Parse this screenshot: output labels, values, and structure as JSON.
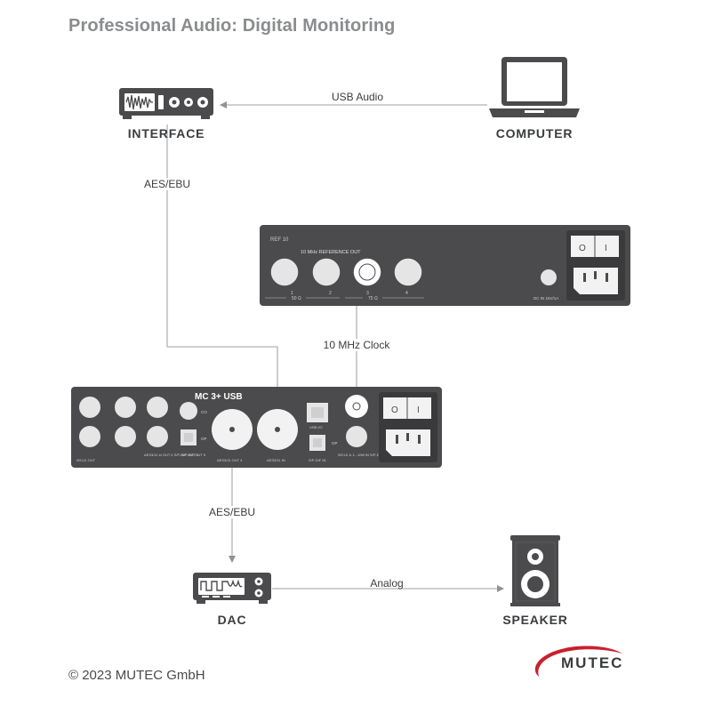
{
  "title": "Professional Audio: Digital Monitoring",
  "devices": {
    "interface": "INTERFACE",
    "computer": "COMPUTER",
    "dac": "DAC",
    "speaker": "SPEAKER"
  },
  "connections": {
    "usb_audio": "USB Audio",
    "aes_ebu_1": "AES/EBU",
    "clock": "10 MHz Clock",
    "aes_ebu_2": "AES/EBU",
    "analog": "Analog"
  },
  "ref10": {
    "brand": "REF 10",
    "ports_header": "10 MHz REFERENCE OUT",
    "port_numbers": [
      "1",
      "2",
      "3",
      "4"
    ],
    "ohm_50": "50 Ω",
    "ohm_75": "75 Ω",
    "dc_in": "DC IN 15V/1A",
    "switch_off": "O",
    "switch_on": "I"
  },
  "mc3": {
    "brand": "MC 3+ USB",
    "label_wcl_out": "WCLK OUT",
    "label_aes_out": "AES3/11 id OUT 4 S/P-DIF OUT 3",
    "label_spdif_out": "S/P-DIF OUT 5",
    "label_aes_out4": "AES3/11 OUT 4",
    "label_aes_in": "AES3/11 IN",
    "label_usb": "USB I/O",
    "label_spdif_in": "S/P-DIF IN",
    "label_wclk_in": "WCLK & 1...10M IN S/P-DIF & AES3id IN",
    "label_op": "OP",
    "label_co": "CO",
    "switch_off": "O",
    "switch_on": "I"
  },
  "footer": "© 2023 MUTEC GmbH",
  "logo": "MUTEC",
  "colors": {
    "device_body": "#4b4b4d",
    "line": "#a7a9ac",
    "title": "#8a8c8e",
    "logo_swoosh": "#c8202f"
  }
}
